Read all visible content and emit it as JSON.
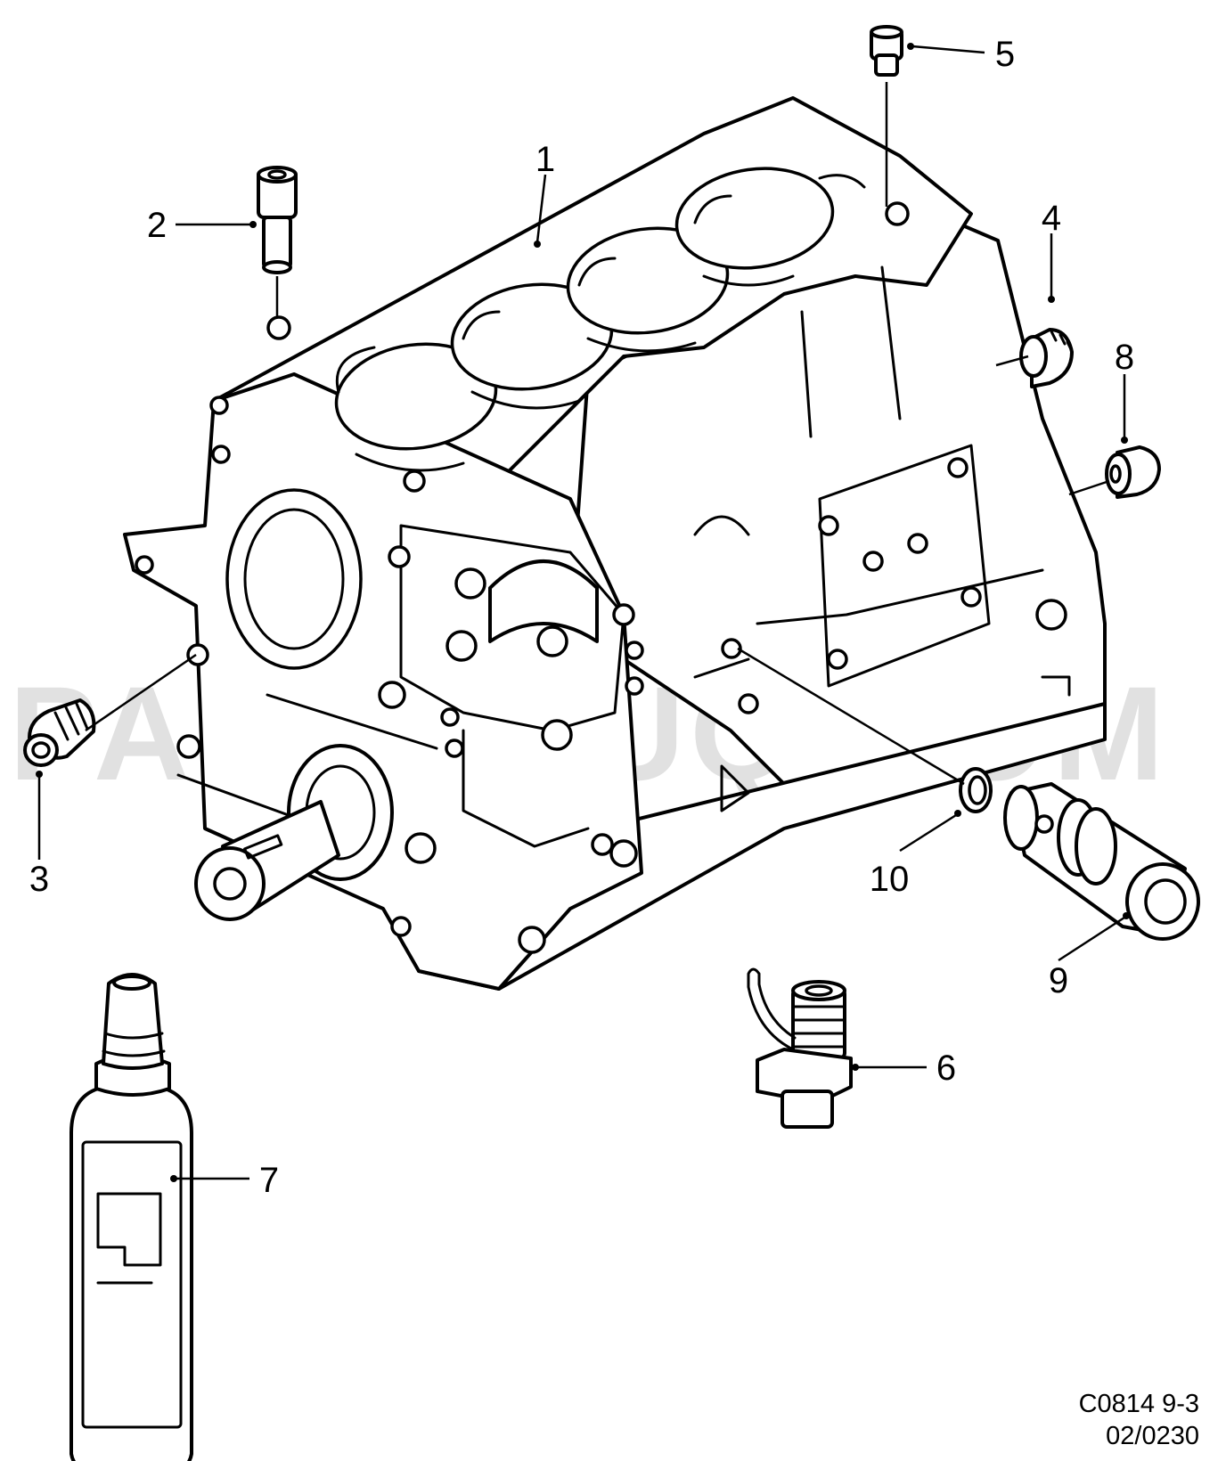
{
  "watermark": "PARTSOUQ.COM",
  "callouts": {
    "c1": "1",
    "c2": "2",
    "c3": "3",
    "c4": "4",
    "c5": "5",
    "c6": "6",
    "c7": "7",
    "c8": "8",
    "c9": "9",
    "c10": "10"
  },
  "reference": {
    "code": "C0814 9-3",
    "number": "02/0230"
  }
}
